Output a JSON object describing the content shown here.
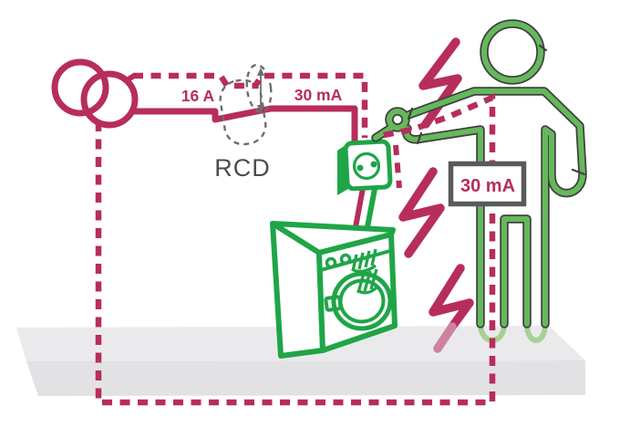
{
  "diagram": {
    "labels": {
      "breaker_current": "16 A",
      "rcd_trip_current": "30 mA",
      "rcd_name": "RCD",
      "body_current": "30 mA"
    },
    "icons": [
      "transformer-icon",
      "rcd-switch-icon",
      "rcd-movement-arrow-icon",
      "power-socket-icon",
      "washing-machine-icon",
      "person-figure-icon",
      "lightning-bolt-icon",
      "floor-platform"
    ]
  },
  "colors": {
    "crimson": "#b72d5c",
    "crimson_faded": "#ce82a0",
    "green": "#1fa547",
    "person_green": "#65b85b",
    "person_outline": "#3f4040",
    "feet_green": "#a9d094",
    "dash_gray": "#6d6e70",
    "text_gray": "#4c4c4e",
    "badge_border": "#595a5c",
    "floor_top": "#eaeaec",
    "floor_front": "#e2e2e5"
  }
}
